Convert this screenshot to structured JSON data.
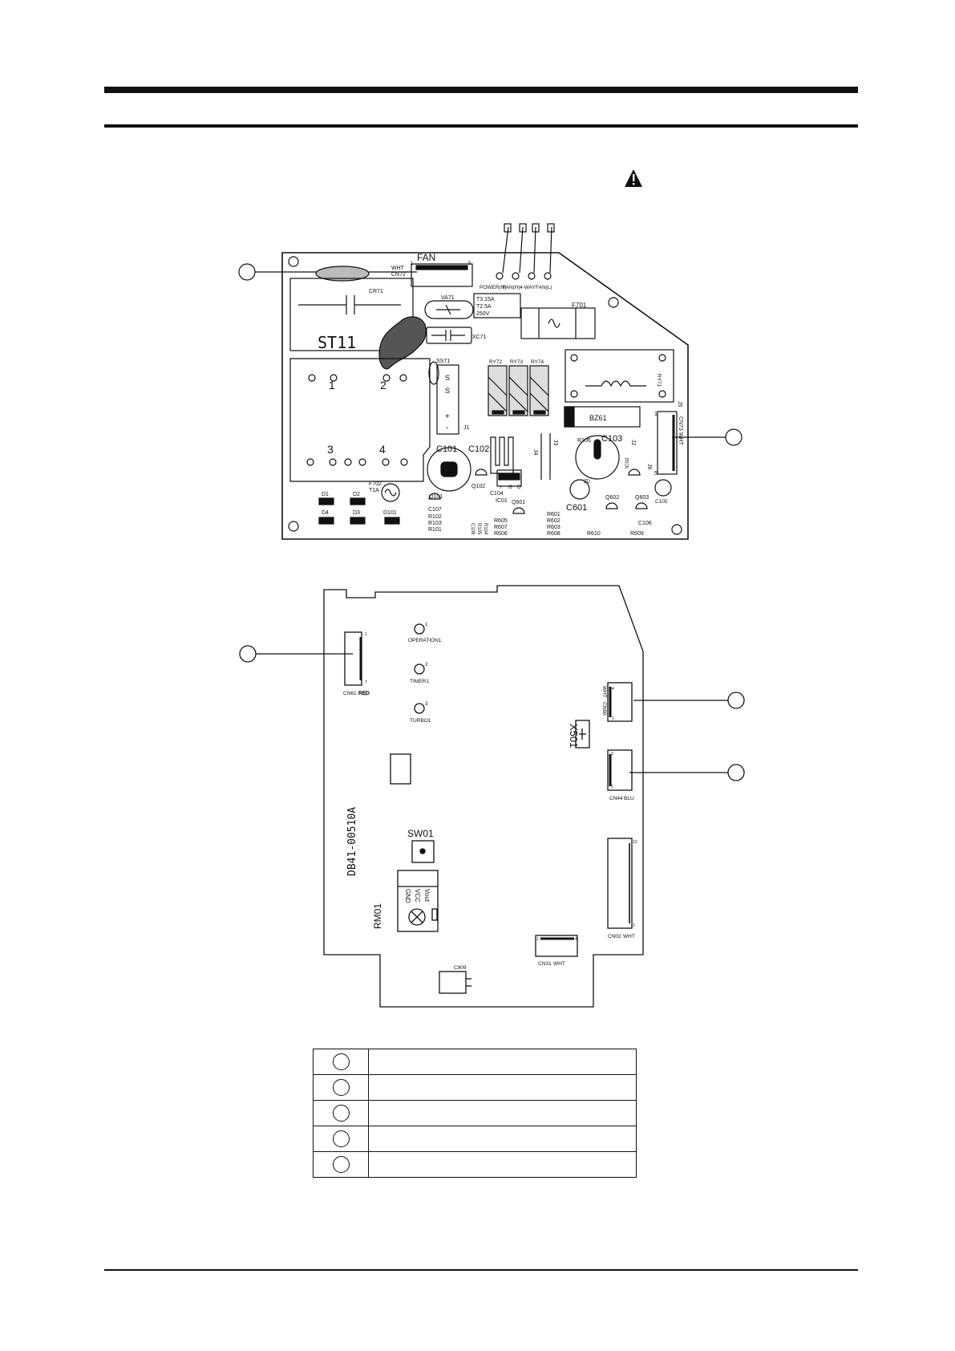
{
  "warning_icon": "warning-triangle-icon",
  "pcb_main": {
    "connectors": {
      "fan_label": "FAN",
      "cn72_color": "WHT",
      "cn72": "CN72",
      "cn73": "CN73 WHT",
      "cn73_pin1": "1",
      "cn73_pin5": "5"
    },
    "fan_pin1": "1",
    "fan_pin5": "5",
    "terminals": [
      "POWER(N)",
      "FAN(H)",
      "4-WAY",
      "FAN(L)"
    ],
    "components": {
      "cr71": "CR71",
      "va71": "VA71",
      "xc71": "XC71",
      "fuse_rating": [
        "T3.15A",
        "T2.5A",
        "250V"
      ],
      "f701": "F701",
      "st11": "ST11",
      "ss71": "SS71",
      "ry72": "RY72",
      "ry73": "RY73",
      "ry74": "RY74",
      "ry71": "RY71",
      "bz61": "BZ61",
      "j1": "J1",
      "j2": "J2",
      "j3": "J3",
      "j4": "J4",
      "j5": "J5",
      "j6": "J6",
      "c101": "C101",
      "c102": "C102",
      "c103": "C103",
      "r106": "R106",
      "c104": "C104",
      "ic01": "IC01",
      "ic01_pins": [
        "I",
        "G",
        "O"
      ],
      "ic02": "IC02",
      "q101": "Q101",
      "q102": "Q102",
      "q601": "Q601",
      "q602": "Q602",
      "q603": "Q603",
      "c601": "C601",
      "c105": "C105",
      "c106": "C106",
      "c107": "C107",
      "r102": "R102",
      "r103": "R103",
      "r101": "R101",
      "c108": "C108",
      "r105": "R105",
      "r104": "R104",
      "r605": "R605",
      "r607": "R607",
      "r606": "R606",
      "r601": "R601",
      "r602": "R602",
      "r603": "R603",
      "r608": "R608",
      "r610": "R610",
      "r609": "R609",
      "f702": "F702",
      "f702_rating": "T1A",
      "d1": "D1",
      "d2": "D2",
      "d3": "D3",
      "d4": "D4",
      "d101": "D101",
      "zd": "ZD"
    },
    "terminal_numbers": [
      "1",
      "2",
      "3",
      "4"
    ],
    "ss71_marks": [
      "S",
      "S",
      "+",
      "-"
    ]
  },
  "pcb_display": {
    "led_labels": [
      "OPERATION1",
      "TIMER1",
      "TURBO1"
    ],
    "led_numbers": [
      "1",
      "2",
      "3"
    ],
    "cn61": "CN61",
    "cn61_color": "RED",
    "cn61_pin1": "1",
    "cn61_pin7": "7",
    "cn60": "CN60",
    "cn60_color": "WHT",
    "cn60_pin4": "4",
    "cn60_pin1": "1",
    "x501": "X501",
    "cn44": "CN44",
    "cn44_color": "BLU",
    "cn44_pin3": "3",
    "cn44_pin1": "1",
    "part_number": "DB41-00510A",
    "sw01": "SW01",
    "rm01": "RM01",
    "rm_pins": [
      "GND",
      "VCC",
      "Vout"
    ],
    "cn02": "CN02",
    "cn02_color": "WHT",
    "cn02_pin12": "12",
    "cn02_pin1": "1",
    "cn31": "CN31",
    "cn31_color": "WHT",
    "cn31_pin1": "1",
    "cn31_pin4": "4",
    "c909": "C909"
  },
  "legend_rows": 5
}
